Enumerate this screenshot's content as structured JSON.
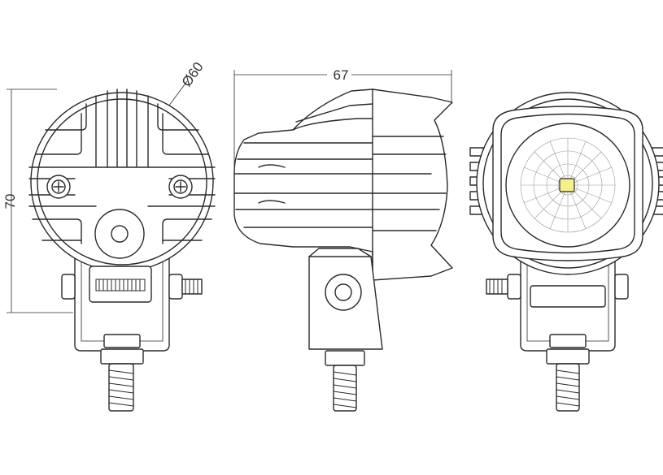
{
  "dimensions": {
    "height_label": "70",
    "diameter_label": "Ø60",
    "depth_label": "67"
  },
  "colors": {
    "line": "#2a2a2a",
    "led": "#f5f08a",
    "background": "#ffffff"
  },
  "views": [
    "rear-view",
    "side-view",
    "front-view"
  ]
}
